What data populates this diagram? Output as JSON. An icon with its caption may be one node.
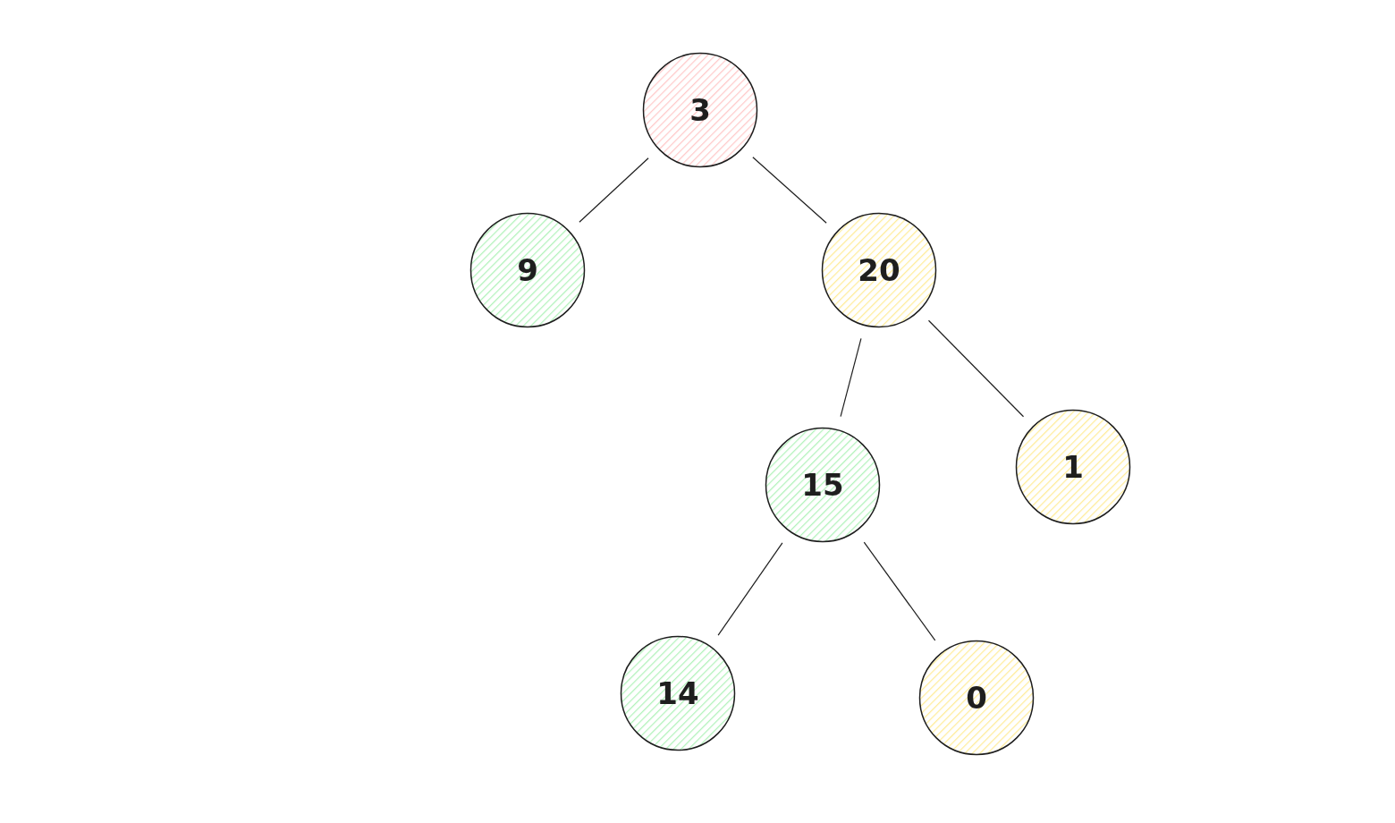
{
  "diagram": {
    "nodes": [
      {
        "text": [
          "3"
        ]
      },
      {
        "text": [
          "9"
        ]
      },
      {
        "text": [
          "20"
        ]
      },
      {
        "text": [
          "15"
        ]
      },
      {
        "text": [
          "1"
        ]
      },
      {
        "text": [
          "14"
        ]
      },
      {
        "text": [
          "0"
        ]
      }
    ],
    "edges": [
      {
        "from": 0,
        "to": 1,
        "arrow": "none"
      },
      {
        "from": 0,
        "to": 2,
        "arrow": "none"
      },
      {
        "from": 2,
        "to": 3,
        "arrow": "none"
      },
      {
        "from": 2,
        "to": 4,
        "arrow": "none"
      },
      {
        "from": 3,
        "to": 5,
        "arrow": "none"
      },
      {
        "from": 3,
        "to": 6,
        "arrow": "none"
      }
    ]
  }
}
